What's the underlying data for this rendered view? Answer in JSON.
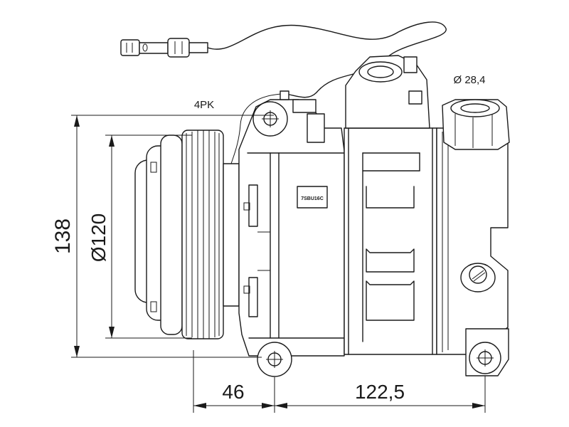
{
  "labels": {
    "belt": "4PK",
    "port_diameter": "Ø 28,4",
    "height": "138",
    "pulley_diameter": "Ø120",
    "offset": "46",
    "mount_span": "122,5",
    "part_code": "7SBU16C"
  },
  "colors": {
    "line": "#1a1a1a",
    "background": "#ffffff"
  }
}
